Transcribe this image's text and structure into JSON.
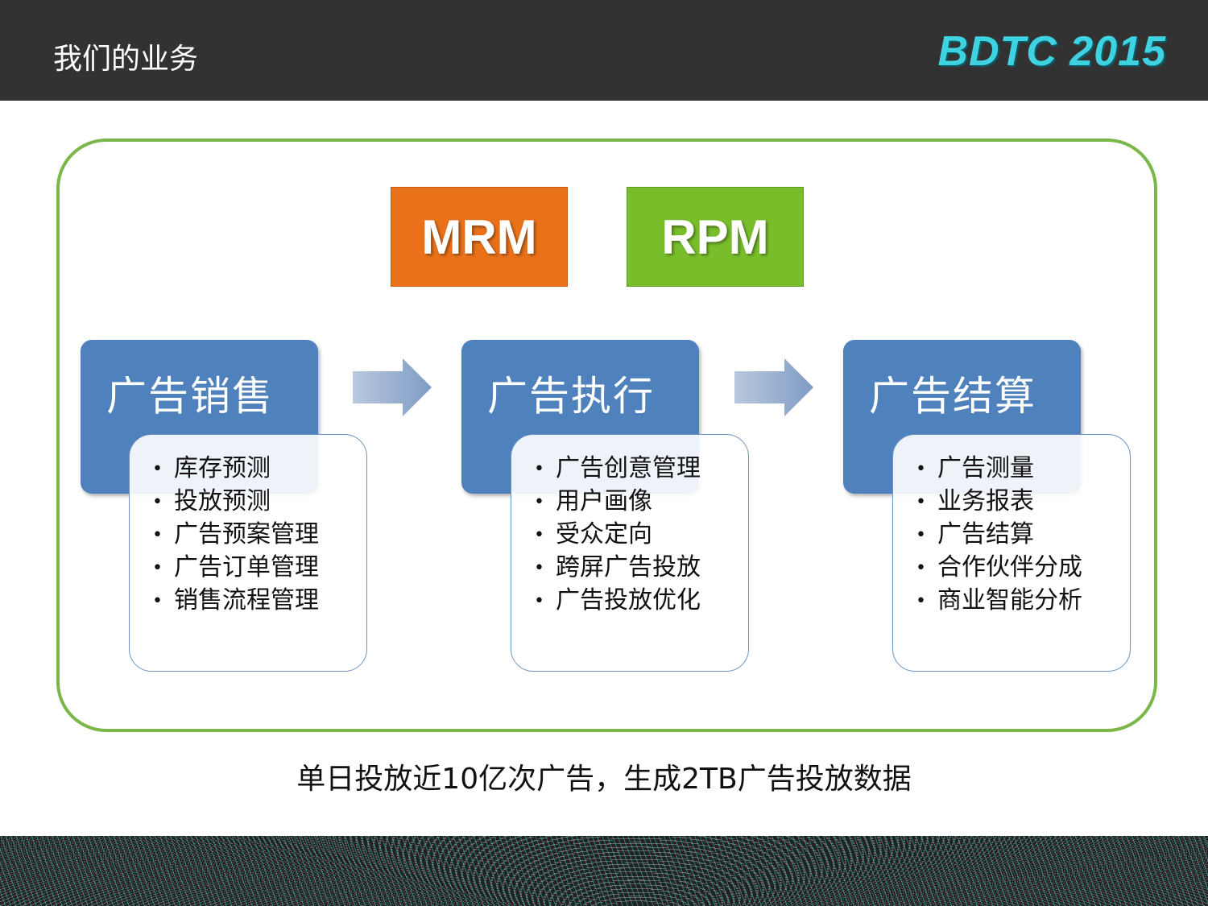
{
  "header": {
    "title": "我们的业务",
    "logo_text": "BDTC 2015"
  },
  "tags": [
    {
      "label": "MRM",
      "color": "#e8711a"
    },
    {
      "label": "RPM",
      "color": "#78be2a"
    }
  ],
  "stages": [
    {
      "title": "广告销售",
      "items": [
        "库存预测",
        "投放预测",
        "广告预案管理",
        "广告订单管理",
        "销售流程管理"
      ]
    },
    {
      "title": "广告执行",
      "items": [
        "广告创意管理",
        "用户画像",
        "受众定向",
        "跨屏广告投放",
        "广告投放优化"
      ]
    },
    {
      "title": "广告结算",
      "items": [
        "广告测量",
        "业务报表",
        "广告结算",
        "合作伙伴分成",
        "商业智能分析"
      ]
    }
  ],
  "caption": "单日投放近10亿次广告，生成2TB广告投放数据"
}
